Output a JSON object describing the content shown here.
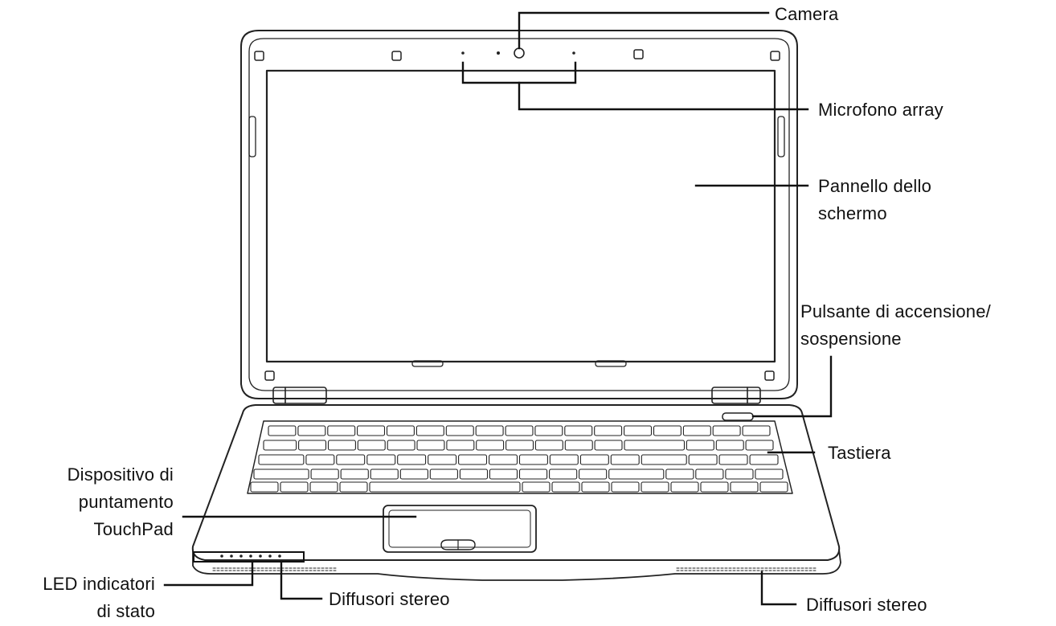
{
  "labels": {
    "camera": "Camera",
    "microphone": "Microfono array",
    "screen": [
      "Pannello dello",
      "schermo"
    ],
    "power": [
      "Pulsante di accensione/",
      "sospensione"
    ],
    "keyboard": "Tastiera",
    "touchpad": [
      "Dispositivo di",
      "puntamento",
      "TouchPad"
    ],
    "leds": [
      "LED indicatori",
      "di stato"
    ],
    "speakers_left": "Diffusori stereo",
    "speakers_right": "Diffusori stereo"
  },
  "icons": {
    "laptop": "laptop-line-art"
  },
  "colors": {
    "ink": "#111111",
    "background": "#ffffff"
  }
}
